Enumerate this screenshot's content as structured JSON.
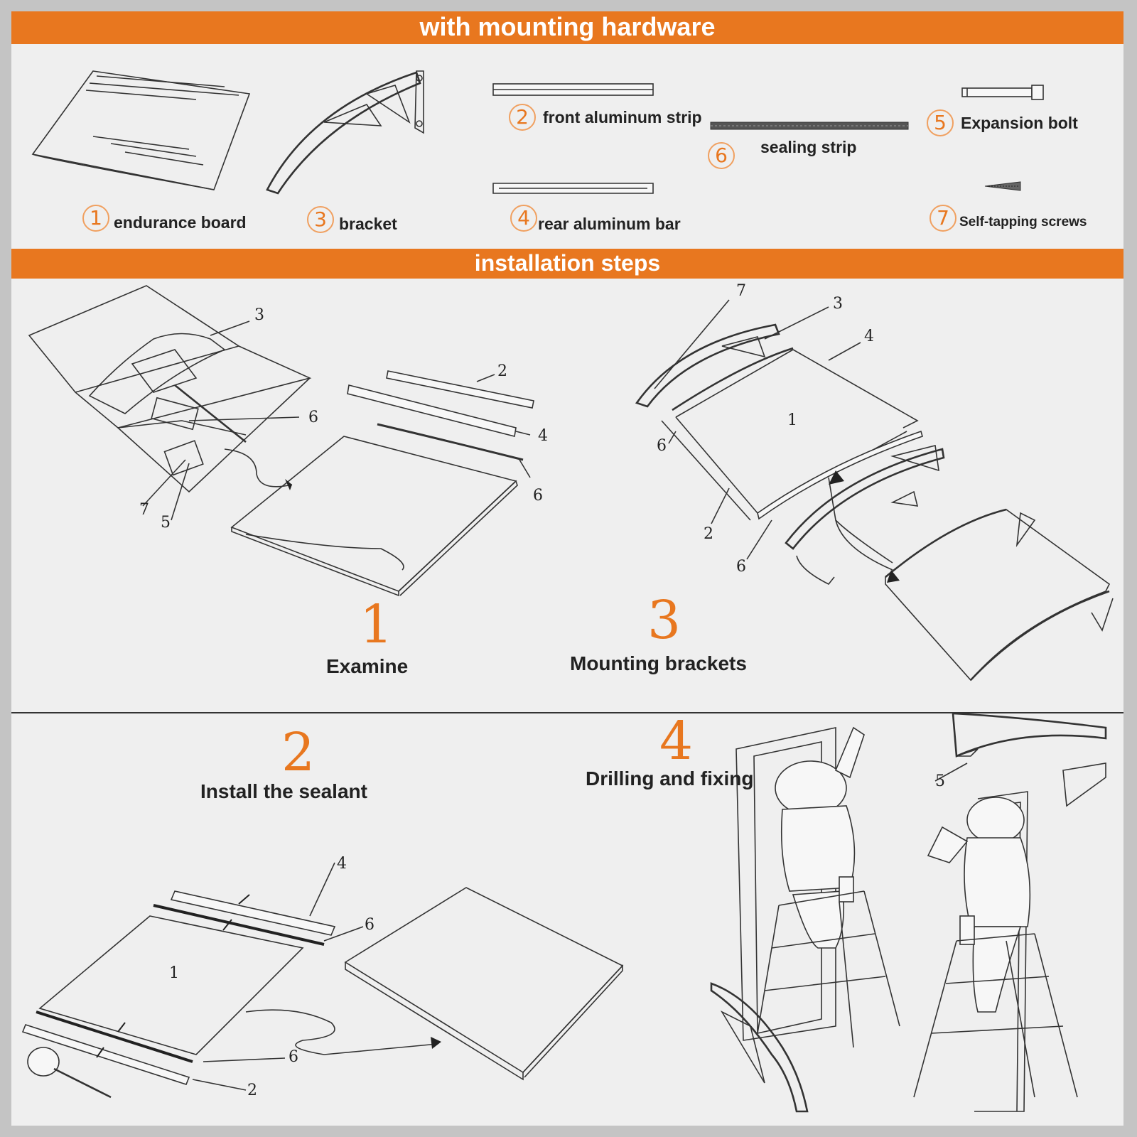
{
  "header": {
    "title": "with mounting hardware"
  },
  "parts": [
    {
      "num": "1",
      "label": "endurance board"
    },
    {
      "num": "3",
      "label": "bracket"
    },
    {
      "num": "2",
      "label": "front aluminum strip"
    },
    {
      "num": "4",
      "label": "rear aluminum bar"
    },
    {
      "num": "6",
      "label": "sealing strip"
    },
    {
      "num": "5",
      "label": "Expansion bolt"
    },
    {
      "num": "7",
      "label": "Self-tapping screws"
    }
  ],
  "steps_header": {
    "title": "installation steps"
  },
  "steps": [
    {
      "num": "1",
      "label": "Examine"
    },
    {
      "num": "3",
      "label": "Mounting brackets"
    },
    {
      "num": "2",
      "label": "Install the sealant"
    },
    {
      "num": "4",
      "label": "Drilling and fixing"
    }
  ],
  "callouts": {
    "s1": [
      "3",
      "2",
      "6",
      "4",
      "6",
      "7",
      "5"
    ],
    "s3": [
      "7",
      "3",
      "4",
      "1",
      "6",
      "2",
      "6"
    ],
    "s2": [
      "4",
      "6",
      "1",
      "6",
      "2"
    ],
    "s4": [
      "5"
    ]
  },
  "colors": {
    "accent": "#e8771f",
    "panel": "#efefef",
    "frame": "#c4c4c4"
  }
}
